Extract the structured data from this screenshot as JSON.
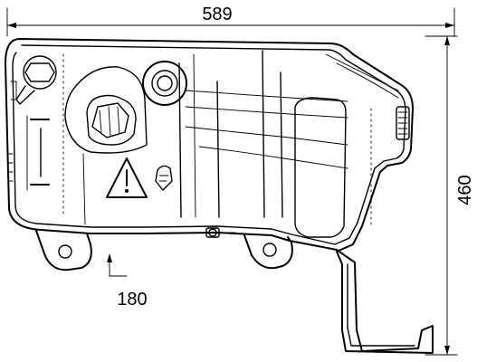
{
  "drawing": {
    "width_label": "589",
    "height_label": "460",
    "view_label": "180"
  }
}
